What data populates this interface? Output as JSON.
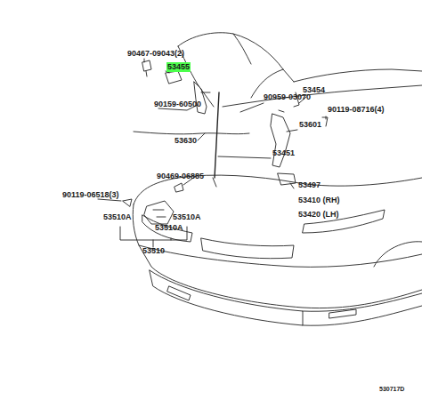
{
  "diagram": {
    "labels": [
      "90467-09043(2)",
      "53455",
      "90159-60500",
      "90959-03070",
      "53454",
      "90119-08716(4)",
      "53601",
      "53630",
      "90469-06885",
      "53451",
      "90119-06518(3)",
      "53497",
      "53410 (RH)",
      "53420 (LH)",
      "53510A",
      "53510A",
      "53510A",
      "53510",
      "530717D"
    ]
  }
}
